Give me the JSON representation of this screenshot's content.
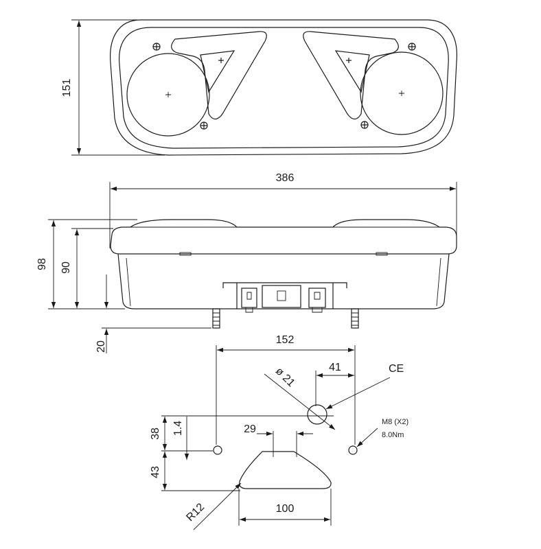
{
  "top_view": {
    "dim_height": "151"
  },
  "side_view": {
    "dim_width": "386",
    "dim_total_height": "98",
    "dim_body_height": "90",
    "dim_bolt_length": "20"
  },
  "mounting_view": {
    "dim_bolt_spacing": "152",
    "dim_ce_offset": "41",
    "ce_mark": "CE",
    "dim_hole_diameter": "ø 21",
    "dim_hole_height": "38",
    "dim_hole_small": "1.4",
    "dim_profile_top": "29",
    "dim_profile_height": "43",
    "radius_label": "R12",
    "dim_profile_width": "100",
    "bolt_spec": "M8 (X2)",
    "torque_spec": "8.0Nm"
  },
  "colors": {
    "line": "#1a1a1a",
    "background": "#ffffff"
  }
}
